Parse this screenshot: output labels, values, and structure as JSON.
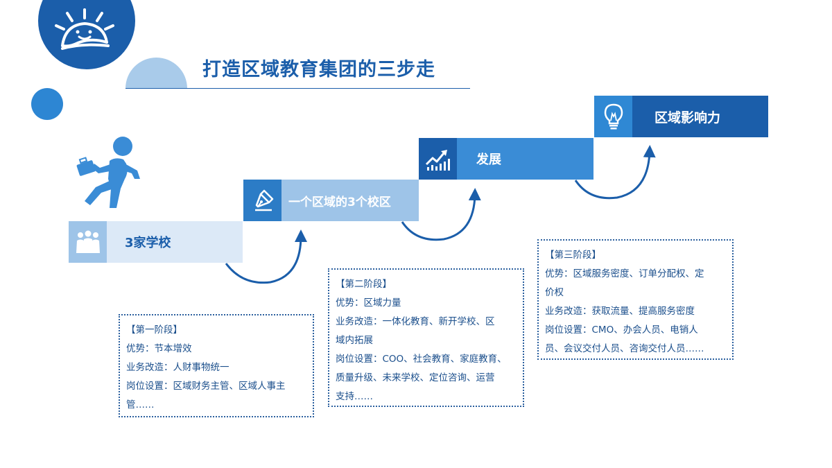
{
  "title": "打造区域教育集团的三步走",
  "steps": [
    {
      "label": "3家学校",
      "icon": "people-group-icon"
    },
    {
      "label": "一个区域的3个校区",
      "icon": "pen-nib-icon"
    },
    {
      "label": "发展",
      "icon": "growth-chart-icon"
    },
    {
      "label": "区域影响力",
      "icon": "lightbulb-icon"
    }
  ],
  "stages": [
    {
      "heading": "【第一阶段】",
      "lines": [
        "优势：节本增效",
        "业务改造：人财事物统一",
        "岗位设置：区域财务主管、区域人事主",
        "管……"
      ]
    },
    {
      "heading": "【第二阶段】",
      "lines": [
        "优势：区域力量",
        "业务改造：一体化教育、新开学校、区",
        "域内拓展",
        "岗位设置：COO、社会教育、家庭教育、",
        "质量升级、未来学校、定位咨询、运营",
        "支持……"
      ]
    },
    {
      "heading": "【第三阶段】",
      "lines": [
        "优势：区域服务密度、订单分配权、定",
        "价权",
        "业务改造：获取流量、提高服务密度",
        "岗位设置：CMO、办会人员、电销人",
        "员、会议交付人员、咨询交付人员……"
      ]
    }
  ],
  "colors": {
    "primary": "#1b5eaa",
    "mid": "#3a8cd6",
    "light": "#9ec4e8",
    "pale": "#dce9f7"
  }
}
